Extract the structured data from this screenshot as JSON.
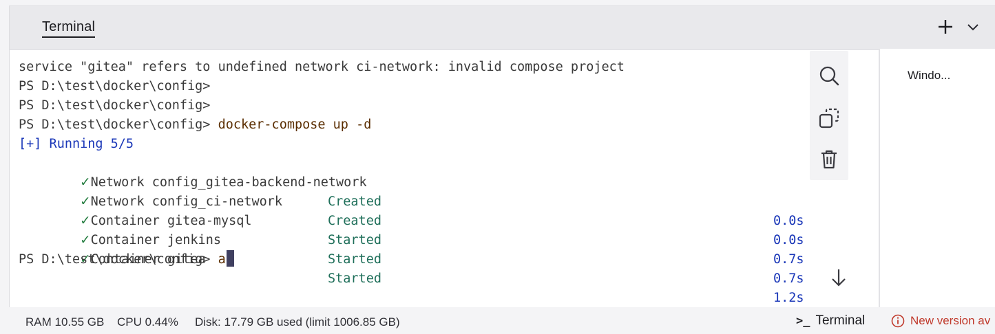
{
  "tabbar": {
    "tab_label": "Terminal",
    "icons": [
      "plus-icon",
      "chevron-down-icon"
    ]
  },
  "terminal": {
    "line_error": "service \"gitea\" refers to undefined network ci-network: invalid compose project",
    "prompt": "PS D:\\test\\docker\\config>",
    "command": "docker-compose up -d",
    "running": "[+] Running 5/5",
    "checkmark": "✓",
    "tasks": [
      {
        "name": "Network config_gitea-backend-network",
        "status": "Created",
        "time": "0.0s"
      },
      {
        "name": "Network config_ci-network",
        "status": "Created",
        "time": "0.0s"
      },
      {
        "name": "Container gitea-mysql",
        "status": "Started",
        "time": "0.7s"
      },
      {
        "name": "Container jenkins",
        "status": "Started",
        "time": "0.7s"
      },
      {
        "name": "Container gitea",
        "status": "Started",
        "time": "1.2s"
      }
    ],
    "current_input": "a"
  },
  "side_toolbar": {
    "icons": [
      "search-icon",
      "copy-icon",
      "trash-icon",
      "arrow-down-icon"
    ]
  },
  "right_pane": {
    "title": "Windo..."
  },
  "statusbar": {
    "ram": "RAM 10.55 GB",
    "cpu": "CPU 0.44%",
    "disk": "Disk: 17.79 GB used (limit 1006.85 GB)",
    "terminal_glyph": ">_",
    "terminal_label": "Terminal",
    "new_version": "New version av"
  },
  "colors": {
    "running": "#1a37b8",
    "check": "#1f7a3b",
    "status": "#1f6f5a",
    "warning": "#c0392b"
  }
}
